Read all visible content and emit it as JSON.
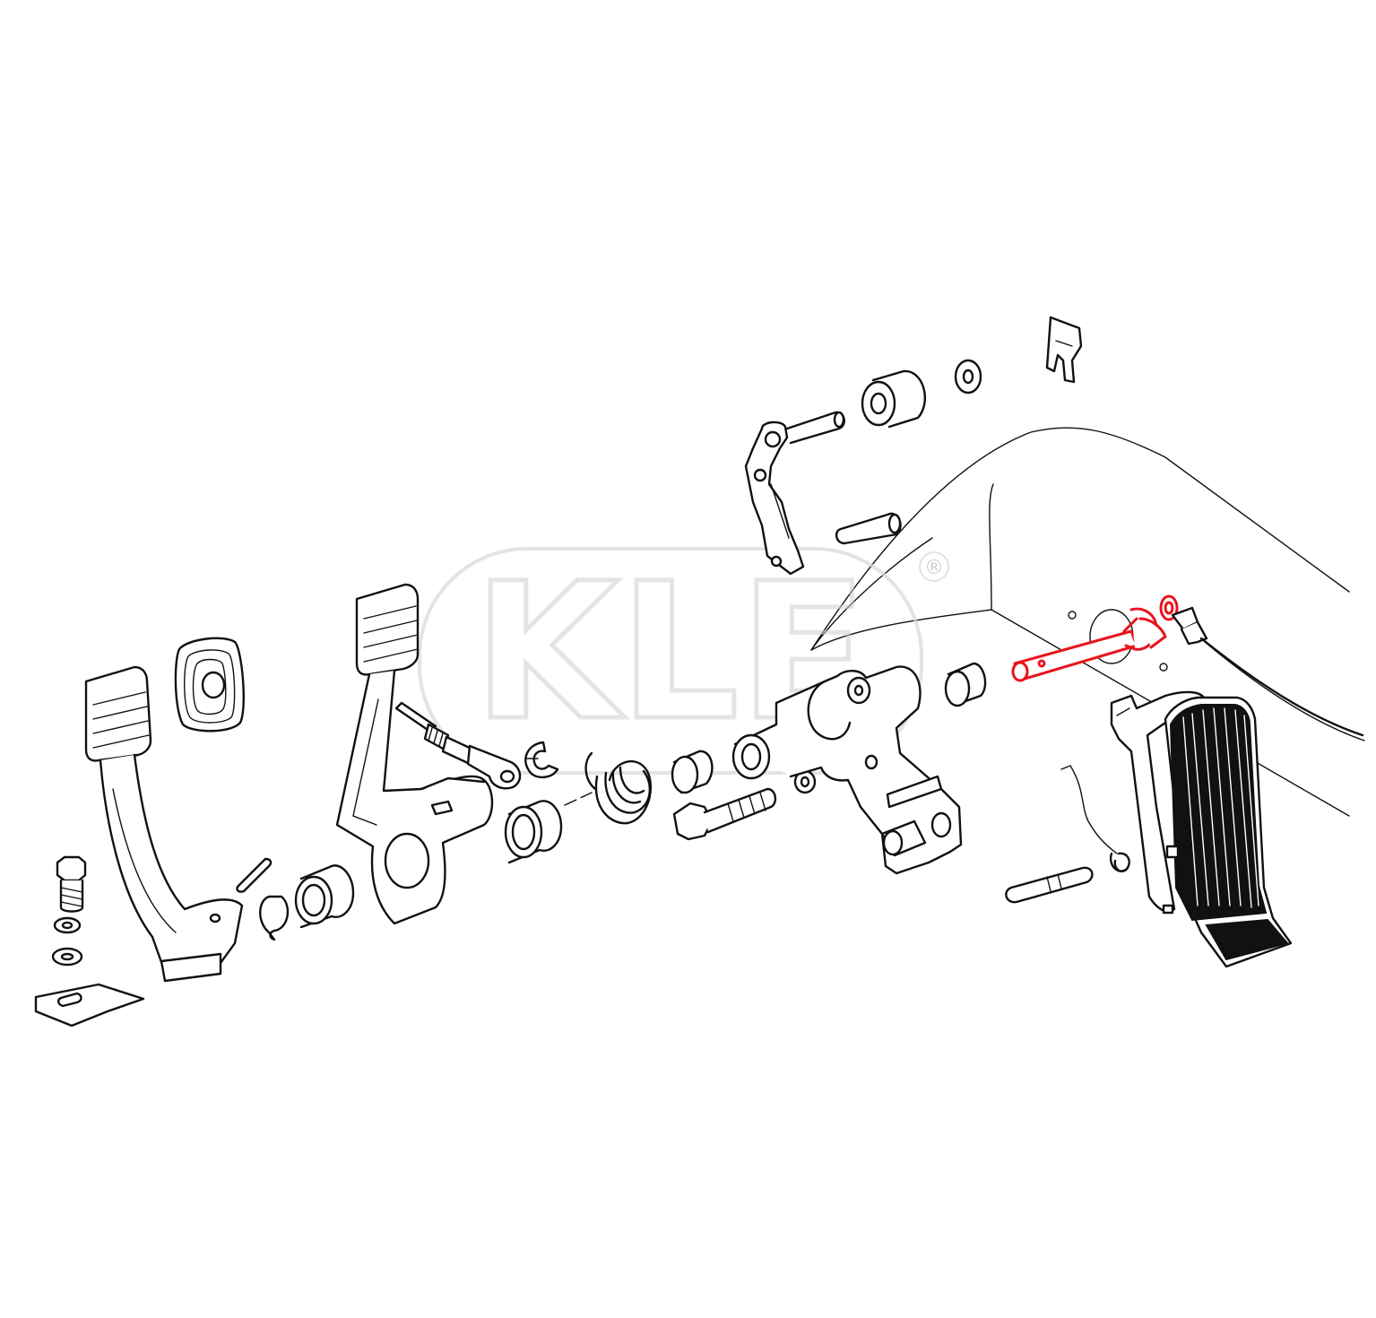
{
  "diagram": {
    "highlight_color": "#e8141c",
    "line_color": "#111111",
    "background": "#ffffff"
  },
  "watermark": {
    "text": "KLE",
    "registered_mark": "®"
  },
  "parts": [
    {
      "name": "clutch-pedal",
      "highlighted": false
    },
    {
      "name": "pedal-pad",
      "highlighted": false
    },
    {
      "name": "brake-pedal",
      "highlighted": false
    },
    {
      "name": "pushrod-clevis",
      "highlighted": false
    },
    {
      "name": "circlip",
      "highlighted": false
    },
    {
      "name": "return-spring",
      "highlighted": false
    },
    {
      "name": "bushing",
      "highlighted": false
    },
    {
      "name": "hex-bolt",
      "highlighted": false
    },
    {
      "name": "pedal-cluster-housing",
      "highlighted": false
    },
    {
      "name": "linkage-lever",
      "highlighted": false
    },
    {
      "name": "pin",
      "highlighted": false
    },
    {
      "name": "roller",
      "highlighted": false
    },
    {
      "name": "washer",
      "highlighted": false
    },
    {
      "name": "spring-clip",
      "highlighted": false
    },
    {
      "name": "accelerator-shaft",
      "highlighted": true
    },
    {
      "name": "accelerator-cable",
      "highlighted": false
    },
    {
      "name": "accelerator-pedal",
      "highlighted": false
    },
    {
      "name": "floor-panel",
      "highlighted": false
    },
    {
      "name": "bolt-washers-plate",
      "highlighted": false
    }
  ]
}
